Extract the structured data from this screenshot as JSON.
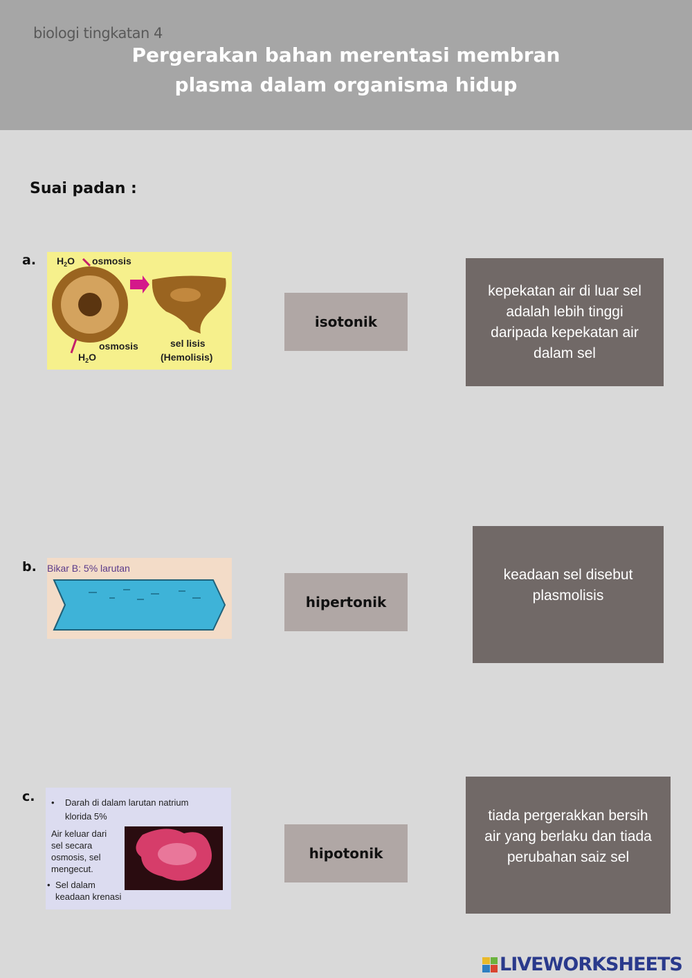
{
  "header": {
    "subject": "biologi tingkatan 4",
    "title_line1": "Pergerakan bahan merentasi membran",
    "title_line2": "plasma dalam organisma hidup"
  },
  "instruction": "Suai padan :",
  "questions": [
    {
      "label": "a.",
      "image_text": {
        "h2o_top": "H",
        "h2o_top_sub": "2",
        "h2o_top_o": "O",
        "osmosis_top": "osmosis",
        "osmosis_bottom": "osmosis",
        "h2o_bottom": "H",
        "h2o_bottom_sub": "2",
        "h2o_bottom_o": "O",
        "lysed_line1": "sel lisis",
        "lysed_line2": "(Hemolisis)"
      }
    },
    {
      "label": "b.",
      "image_text": {
        "caption": "Bikar B: 5% larutan"
      }
    },
    {
      "label": "c.",
      "image_text": {
        "bullet1_line1": "Darah di dalam larutan natrium",
        "bullet1_line2": "klorida 5%",
        "para_line1": "Air keluar dari",
        "para_line2": "sel secara",
        "para_line3": "osmosis, sel",
        "para_line4": "mengecut.",
        "bullet2_line1": "Sel dalam",
        "bullet2_line2": "keadaan krenasi"
      }
    }
  ],
  "terms": [
    "isotonik",
    "hipertonik",
    "hipotonik"
  ],
  "descriptions": [
    "kepekatan air di luar sel adalah lebih tinggi daripada kepekatan air dalam sel",
    "keadaan sel disebut plasmolisis",
    "tiada pergerakkan bersih air yang berlaku dan tiada perubahan saiz sel"
  ],
  "logo": {
    "text": "LIVEWORKSHEETS"
  },
  "colors": {
    "header_bg": "#a6a6a6",
    "page_bg": "#d9d9d9",
    "term_box": "#b0a7a5",
    "desc_box": "#716967"
  }
}
